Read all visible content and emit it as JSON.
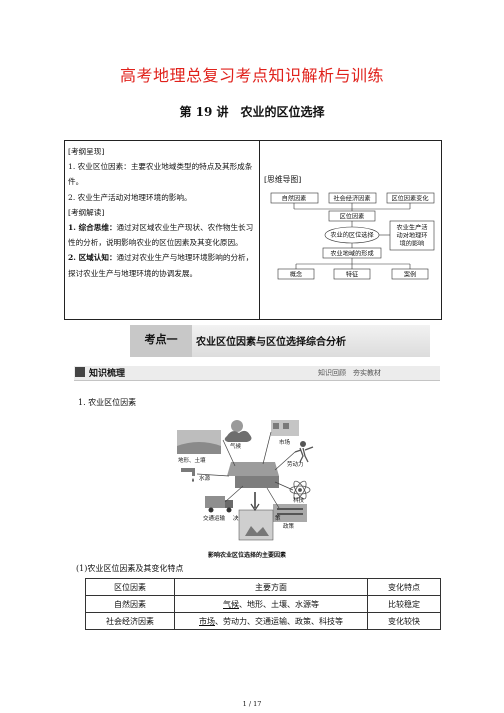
{
  "doc_title": "高考地理总复习考点知识解析与训练",
  "lecture_title": "第 19 讲　农业的区位选择",
  "outline": {
    "header1": "[考纲呈现]",
    "items1": [
      "1. 农业区位因素：主要农业地域类型的特点及其形成条件。",
      "2. 农业生产活动对地理环境的影响。"
    ],
    "header2": "[考纲解读]",
    "item3_bold": "1. 综合思维：",
    "item3_rest": "通过对区域农业生产现状、农作物生长习性的分析，说明影响农业的区位因素及其变化原因。",
    "item4_bold": "2. 区域认知：",
    "item4_rest": "通过对农业生产与地理环境影响的分析，探讨农业生产与地理环境的协调发展。",
    "map_title": "[思维导图]",
    "map": {
      "top_boxes": [
        "自然因素",
        "社会经济因素",
        "区位因素变化"
      ],
      "mid1": "区位因素",
      "center": "农业的区位选择",
      "right_box": [
        "农业生产活",
        "动对地理环",
        "境的影响"
      ],
      "mid2": "农业地域的形成",
      "bottom_boxes": [
        "概念",
        "特征",
        "案例"
      ]
    }
  },
  "banner": {
    "number": "考点一",
    "text": "农业区位因素与区位选择综合分析"
  },
  "knowledge": {
    "title": "知识梳理",
    "tags": "知识回顾　夯实教材"
  },
  "section1": "1. 农业区位因素",
  "figure": {
    "labels": [
      "气候",
      "市场",
      "地形、土壤",
      "劳动力",
      "水源",
      "科技",
      "交通运输",
      "决",
      "策",
      "政策"
    ],
    "caption": "影响农业区位选择的主要因素"
  },
  "sub1": "(1)农业区位因素及其变化特点",
  "table": {
    "headers": [
      "区位因素",
      "主要方面",
      "变化特点"
    ],
    "rows": [
      {
        "factor": "自然因素",
        "main_u": "气候",
        "main_rest": "、地形、土壤、水源等",
        "change": "比较稳定"
      },
      {
        "factor": "社会经济因素",
        "main_u": "市场",
        "main_rest": "、劳动力、交通运输、政策、科技等",
        "change": "变化较快"
      }
    ]
  },
  "page": "1 / 17"
}
